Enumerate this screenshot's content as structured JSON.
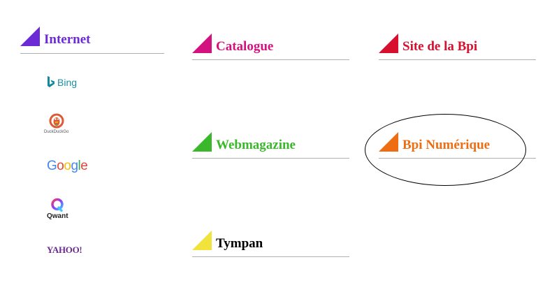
{
  "sections": {
    "internet": {
      "label": "Internet",
      "color": "#6b2ad6"
    },
    "catalogue": {
      "label": "Catalogue",
      "color": "#d4127f"
    },
    "site": {
      "label": "Site de la Bpi",
      "color": "#d6102e"
    },
    "webmagazine": {
      "label": "Webmagazine",
      "color": "#3ab72a"
    },
    "bpi_numerique": {
      "label": "Bpi Numérique",
      "color": "#ee6d12"
    },
    "tympan": {
      "label": "Tympan",
      "color": "#f2e23c",
      "label_color": "#000000"
    }
  },
  "engines": {
    "bing": "Bing",
    "duckduckgo": "DuckDuckGo",
    "google": [
      "G",
      "o",
      "o",
      "g",
      "l",
      "e"
    ],
    "qwant": "Qwant",
    "yahoo": "YAHOO!"
  },
  "icons": {
    "section_marker": "triangle-icon",
    "bing": "bing-logo-icon",
    "duckduckgo": "duckduckgo-logo-icon",
    "google": "google-logo",
    "qwant": "qwant-logo-icon",
    "yahoo": "yahoo-logo"
  },
  "annotation": {
    "shape": "ellipse",
    "target": "bpi_numerique",
    "color": "#000000"
  }
}
